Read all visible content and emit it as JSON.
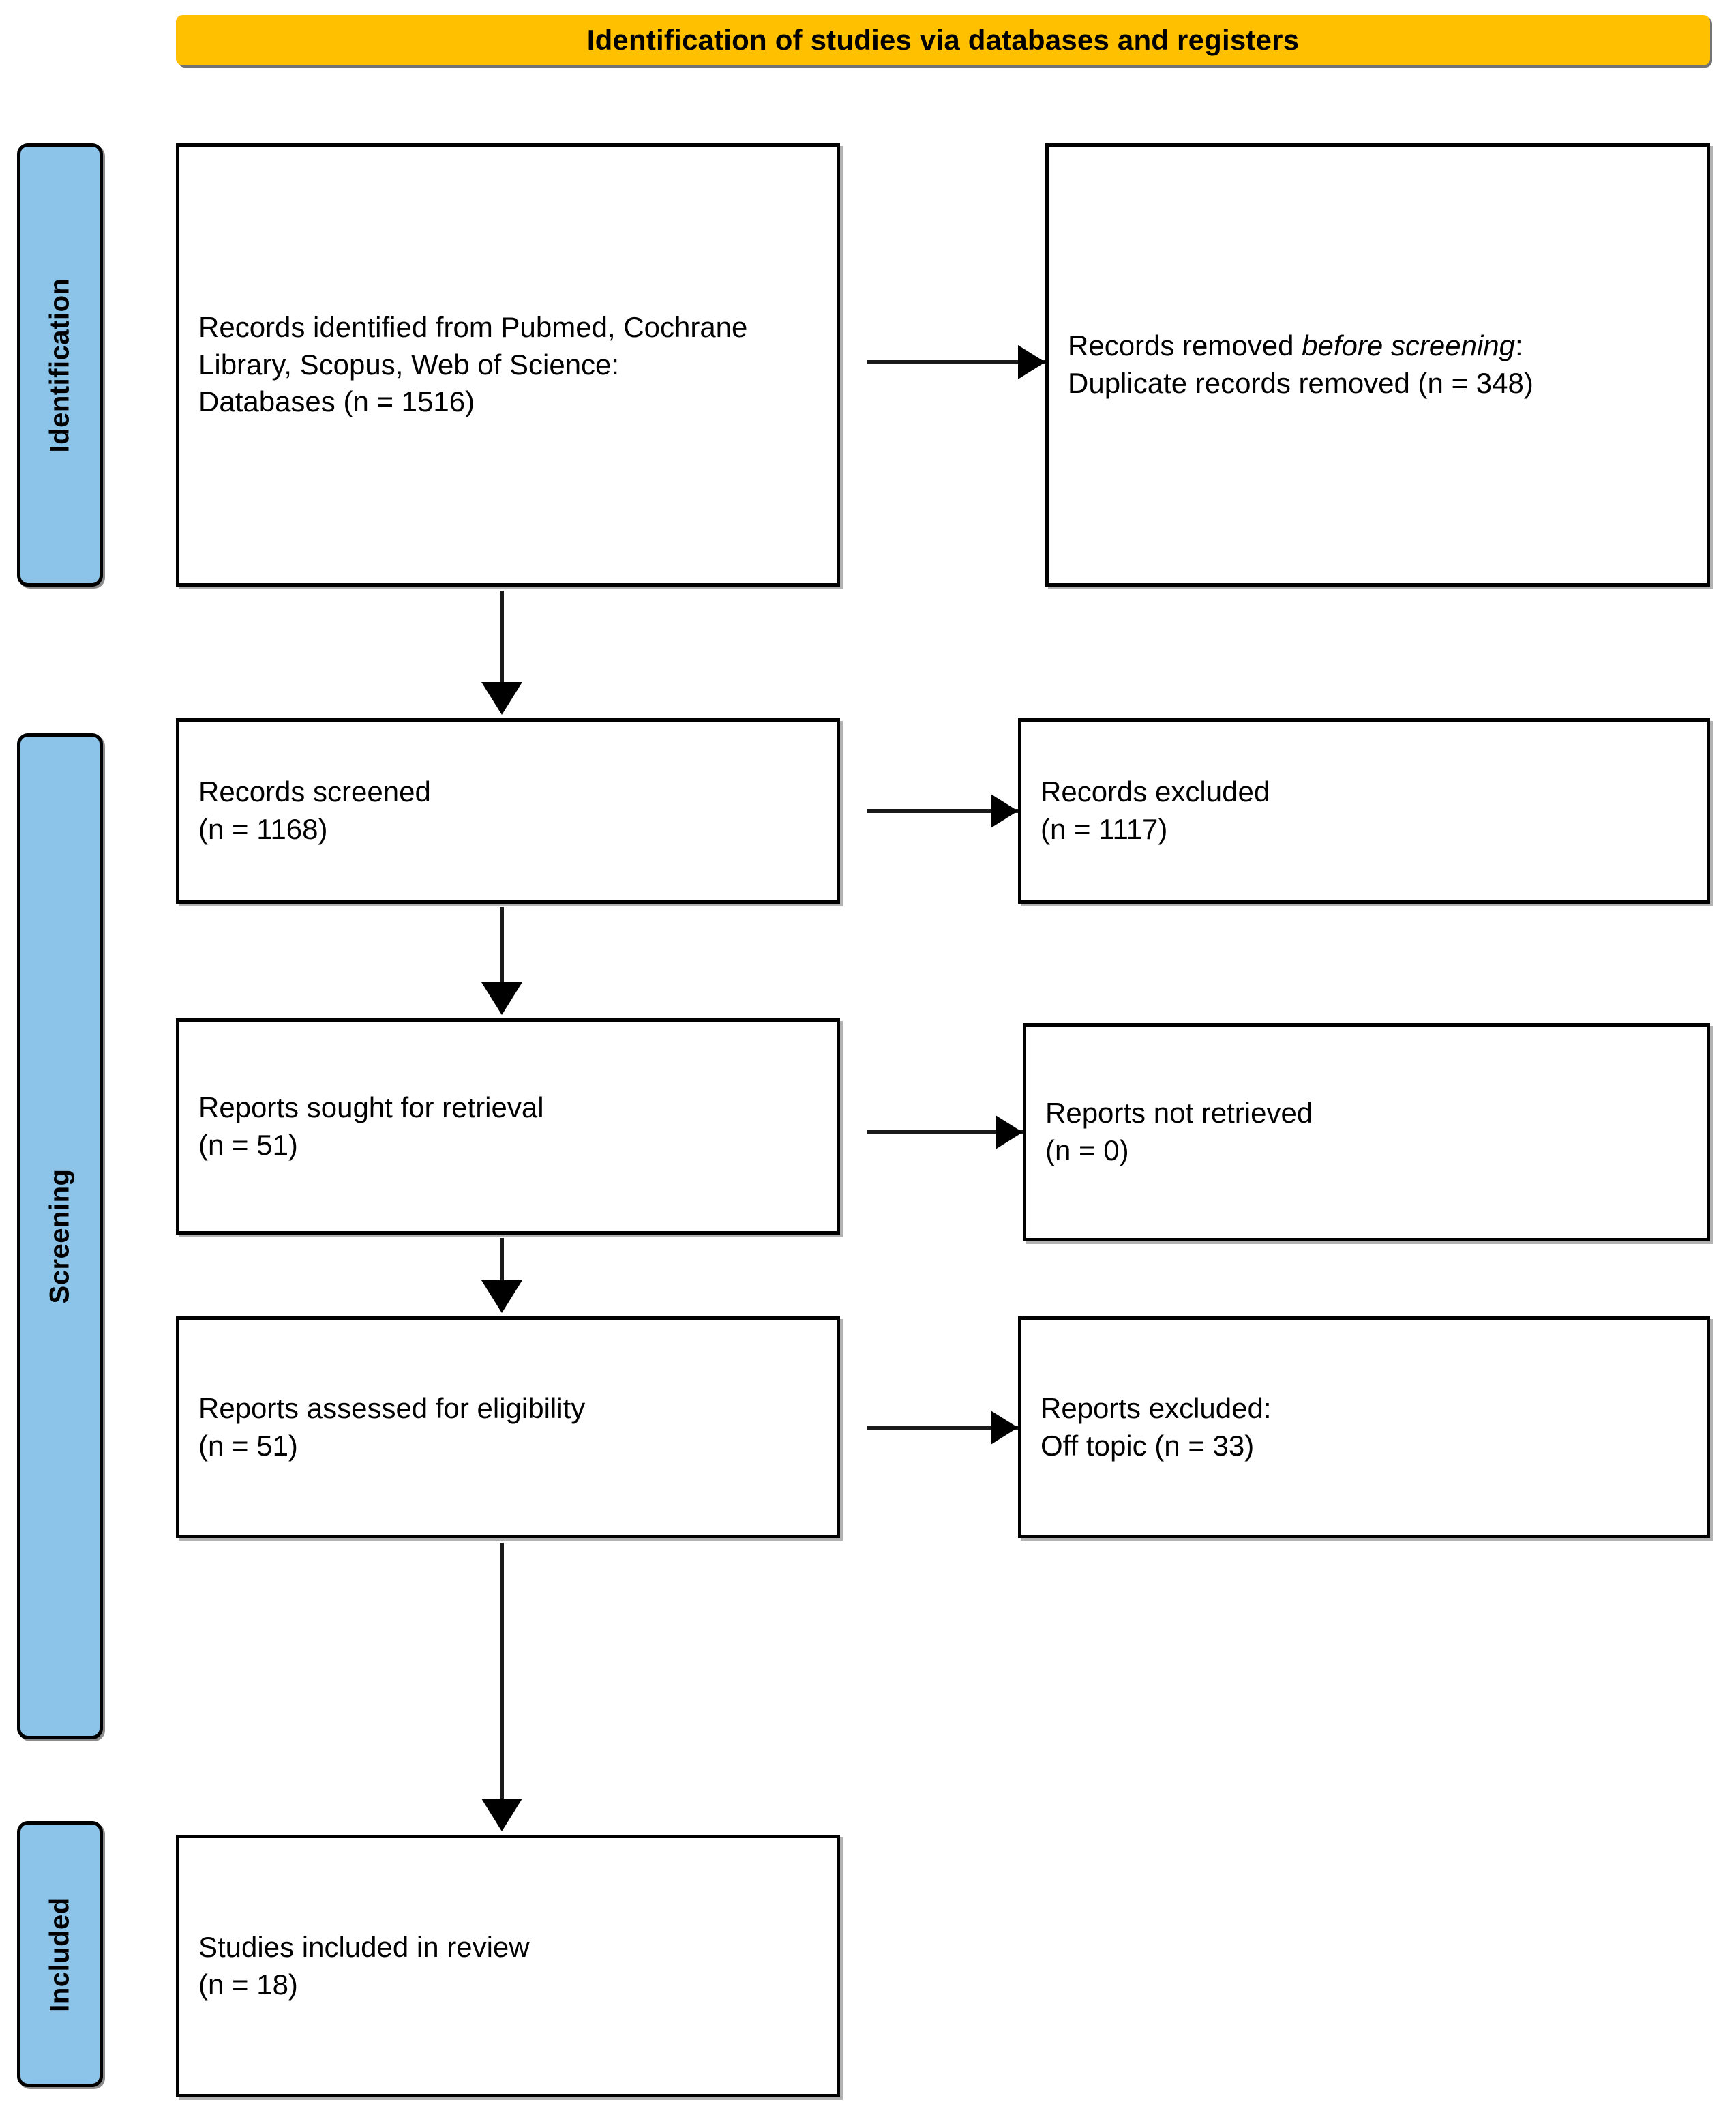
{
  "colors": {
    "header_bg": "#FFC000",
    "rail_bg": "#8CC3E8",
    "box_border": "#000000",
    "box_bg": "#FFFFFF",
    "text": "#000000"
  },
  "header": {
    "title": "Identification of studies via databases and registers"
  },
  "phases": [
    {
      "id": "identification",
      "label": "Identification"
    },
    {
      "id": "screening",
      "label": "Screening"
    },
    {
      "id": "included",
      "label": "Included"
    }
  ],
  "boxes": {
    "identified": {
      "text": "Records identified from Pubmed, Cochrane Library, Scopus, Web of Science:\nDatabases (n = 1516)",
      "count": 1516
    },
    "removed": {
      "line1": "Records removed ",
      "emphasis": "before screening",
      "line2": ":\nDuplicate records removed  (n = 348)",
      "count": 348
    },
    "screened": {
      "text": "Records screened\n(n = 1168)",
      "count": 1168
    },
    "records_excluded": {
      "text": "Records excluded\n(n = 1117)",
      "count": 1117
    },
    "sought": {
      "text": "Reports sought for retrieval\n(n = 51)",
      "count": 51
    },
    "not_retrieved": {
      "text": "Reports not retrieved\n(n = 0)",
      "count": 0
    },
    "assessed": {
      "text": "Reports assessed for eligibility\n(n = 51)",
      "count": 51
    },
    "reports_excluded": {
      "text": "Reports excluded:\nOff topic (n = 33)",
      "count": 33
    },
    "included": {
      "text": "Studies included in review\n(n = 18)",
      "count": 18
    }
  },
  "arrows": [
    {
      "id": "identified-removed",
      "from": "identified",
      "to": "removed",
      "direction": "right"
    },
    {
      "id": "screened-excluded",
      "from": "screened",
      "to": "records_excluded",
      "direction": "right"
    },
    {
      "id": "sought-notretrieved",
      "from": "sought",
      "to": "not_retrieved",
      "direction": "right"
    },
    {
      "id": "assessed-excluded",
      "from": "assessed",
      "to": "reports_excluded",
      "direction": "right"
    },
    {
      "id": "identified-screened",
      "from": "identified",
      "to": "screened",
      "direction": "down"
    },
    {
      "id": "screened-sought",
      "from": "screened",
      "to": "sought",
      "direction": "down"
    },
    {
      "id": "sought-assessed",
      "from": "sought",
      "to": "assessed",
      "direction": "down"
    },
    {
      "id": "assessed-included",
      "from": "assessed",
      "to": "included",
      "direction": "down"
    }
  ]
}
